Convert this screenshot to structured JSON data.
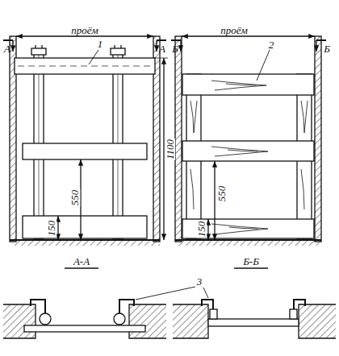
{
  "diagram": {
    "labels": [
      "А",
      "А",
      "проём",
      "1",
      "1100",
      "550",
      "150",
      "Б",
      "проём",
      "Б",
      "2",
      "550",
      "150",
      "А-А",
      "3",
      "Б-Б"
    ]
  }
}
